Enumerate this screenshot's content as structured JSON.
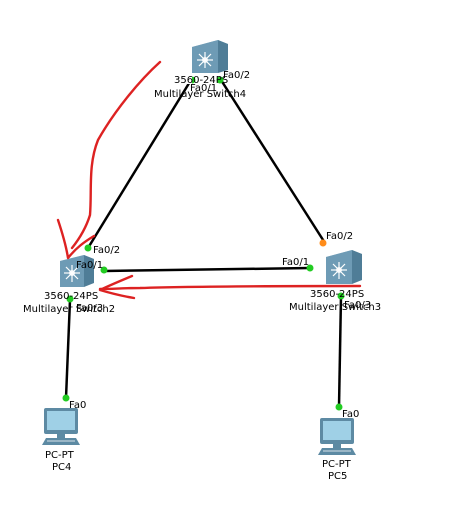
{
  "colors": {
    "link": "#000000",
    "port_up": "#22cc22",
    "port_amber": "#ff8c1a",
    "annotation": "#dd2222",
    "switch_body": "#6e9bb5",
    "switch_top": "#a9c9db",
    "pc_screen": "#9fd0e6"
  },
  "devices": {
    "switch4": {
      "model": "3560-24PS",
      "name": "Multilayer Switch4",
      "icon": "multilayer-switch-icon"
    },
    "switch2": {
      "model": "3560-24PS",
      "name": "Multilayer Switch2",
      "icon": "multilayer-switch-icon"
    },
    "switch3": {
      "model": "3560-24PS",
      "name": "Multilayer Switch3",
      "icon": "multilayer-switch-icon"
    },
    "pc4": {
      "type": "PC-PT",
      "name": "PC4",
      "icon": "pc-icon"
    },
    "pc5": {
      "type": "PC-PT",
      "name": "PC5",
      "icon": "pc-icon"
    }
  },
  "ports": {
    "sw4_fa02": "Fa0/2",
    "sw4_fa01": "Fa0/1",
    "sw2_fa02": "Fa0/2",
    "sw2_fa01": "Fa0/1",
    "sw2_fa03": "Fa0/3",
    "sw3_fa01": "Fa0/1",
    "sw3_fa02": "Fa0/2",
    "sw3_fa03": "Fa0/3",
    "pc4_fa0": "Fa0",
    "pc5_fa0": "Fa0"
  }
}
